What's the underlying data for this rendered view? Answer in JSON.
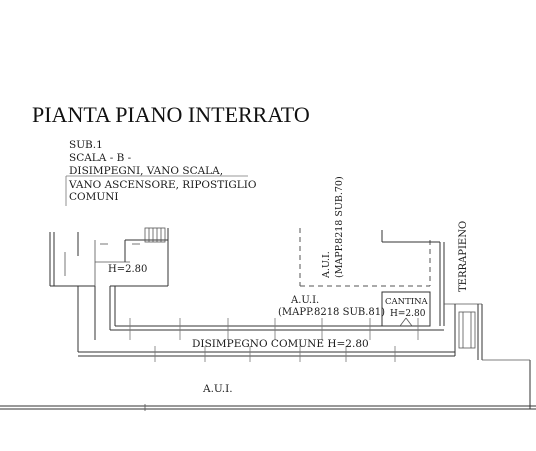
{
  "title": "PIANTA PIANO INTERRATO",
  "sub1": {
    "line1": "SUB.1",
    "line2": "SCALA - B -",
    "line3": "DISIMPEGNI, VANO SCALA,",
    "line4": "VANO ASCENSORE, RIPOSTIGLIO",
    "line5": "COMUNI"
  },
  "stair_height": "H=2.80",
  "aui_vertical": {
    "line1": "A.U.I.",
    "line2": "(MAPP.8218 SUB.70)"
  },
  "terrapieno": "TERRAPIENO",
  "aui_81": {
    "line1": "A.U.I.",
    "line2": "(MAPP.8218 SUB.81)"
  },
  "cantina": {
    "line1": "CANTINA",
    "line2": "H=2.80"
  },
  "corridor": "DISIMPEGNO COMUNE H=2.80",
  "aui_bottom": "A.U.I."
}
